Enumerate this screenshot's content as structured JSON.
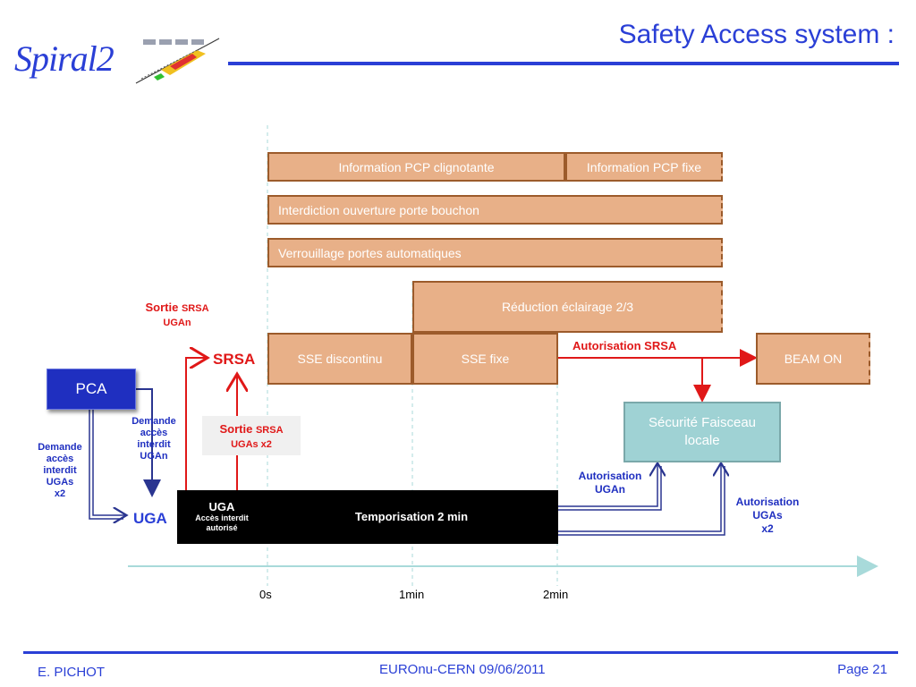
{
  "header": {
    "title": "Safety Access system :",
    "logo_text": "Spiral2"
  },
  "boxes": {
    "pcp_clignotante": "Information PCP clignotante",
    "pcp_fixe": "Information PCP fixe",
    "interdiction": "Interdiction ouverture porte bouchon",
    "verrouillage": "Verrouillage portes automatiques",
    "reduction": "Réduction éclairage 2/3",
    "sse_discontinu": "SSE discontinu",
    "sse_fixe": "SSE fixe",
    "beam_on": "BEAM ON"
  },
  "pca": "PCA",
  "securite": {
    "line1": "Sécurité Faisceau",
    "line2": "locale"
  },
  "labels": {
    "sortie_srsa_ugan": {
      "l1a": "Sortie ",
      "l1b": "SRSA",
      "l2": "UGAn"
    },
    "srsa": "SRSA",
    "sortie_srsa_ugas": {
      "l1a": "Sortie ",
      "l1b": "SRSA",
      "l2": "UGAs x2"
    },
    "demande_ugan": [
      "Demande",
      "accès",
      "interdit",
      "UGAn"
    ],
    "demande_ugas": [
      "Demande",
      "accès",
      "interdit",
      "UGAs",
      "x2"
    ],
    "uga": "UGA",
    "autorisation_srsa": "Autorisation SRSA",
    "autorisation_ugan": [
      "Autorisation",
      "UGAn"
    ],
    "autorisation_ugas": [
      "Autorisation",
      "UGAs",
      "x2"
    ]
  },
  "black_box": {
    "uga": "UGA",
    "acces_line1": "Accès interdit",
    "acces_line2": "autorisé",
    "tempo": "Temporisation 2 min"
  },
  "timeline": {
    "ticks": [
      "0s",
      "1min",
      "2min"
    ]
  },
  "footer": {
    "author": "E. PICHOT",
    "event": "EUROnu-CERN 09/06/2011",
    "page": "Page 21"
  },
  "colors": {
    "accent": "#2a3fd6",
    "box_fill": "#e8b088",
    "box_border": "#9c5b2b",
    "red": "#e01818",
    "teal": "#9fd2d4"
  }
}
